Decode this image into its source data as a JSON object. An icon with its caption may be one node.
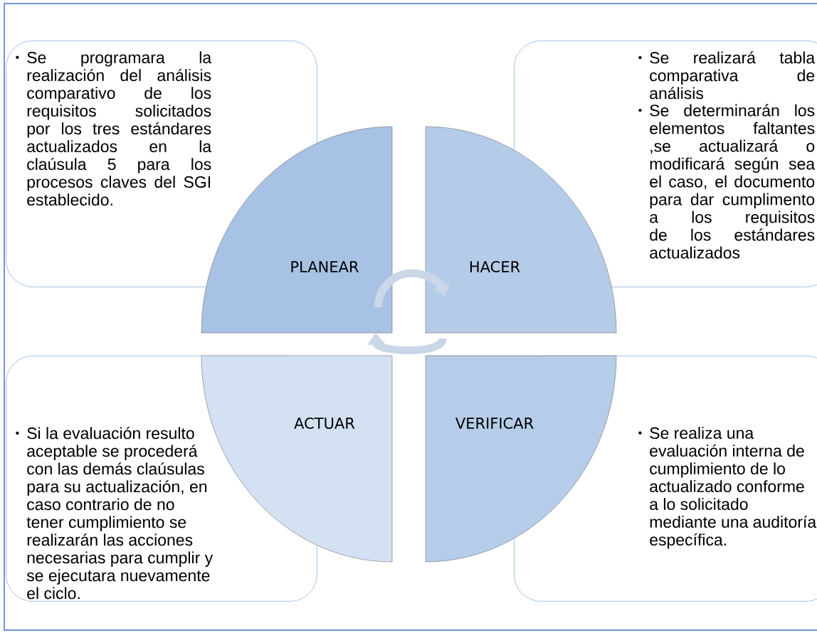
{
  "diagram": {
    "nodes": [
      {
        "text": [
          "Se programara la realización del análisis comparativo de los requisitos solicitados por los tres estándares actualizados en la claúsula 5 para los procesos claves del SGI establecido."
        ]
      },
      {
        "text": [
          "Se realizará tabla comparativa de análisis",
          "Se determinarán los elementos faltantes ,se actualizará o modificará según sea el caso, el documento para dar cumplimento a los requisitos de los estándares actualizados"
        ]
      },
      {
        "text": [
          "PLANEAR"
        ]
      },
      {
        "text": [
          "HACER"
        ]
      },
      {
        "text": [
          "ACTUAR"
        ]
      },
      {
        "text": [
          "VERIFICAR"
        ]
      },
      {
        "text": [
          "Si la evaluación resulto aceptable se procederá con las demás claúsulas para su actualización, en caso contrario de no tener cumplimiento se realizarán las acciones necesarias para cumplir y se ejecutara nuevamente el ciclo."
        ]
      },
      {
        "text": [
          "Se realiza una evaluación interna de cumplimiento de lo actualizado conforme  a lo solicitado mediante una auditoría específica."
        ]
      }
    ],
    "edges": [
      {
        "from": 2,
        "to": 3,
        "arrow": "to"
      },
      {
        "from": 3,
        "to": 2,
        "arrow": "to"
      }
    ]
  }
}
